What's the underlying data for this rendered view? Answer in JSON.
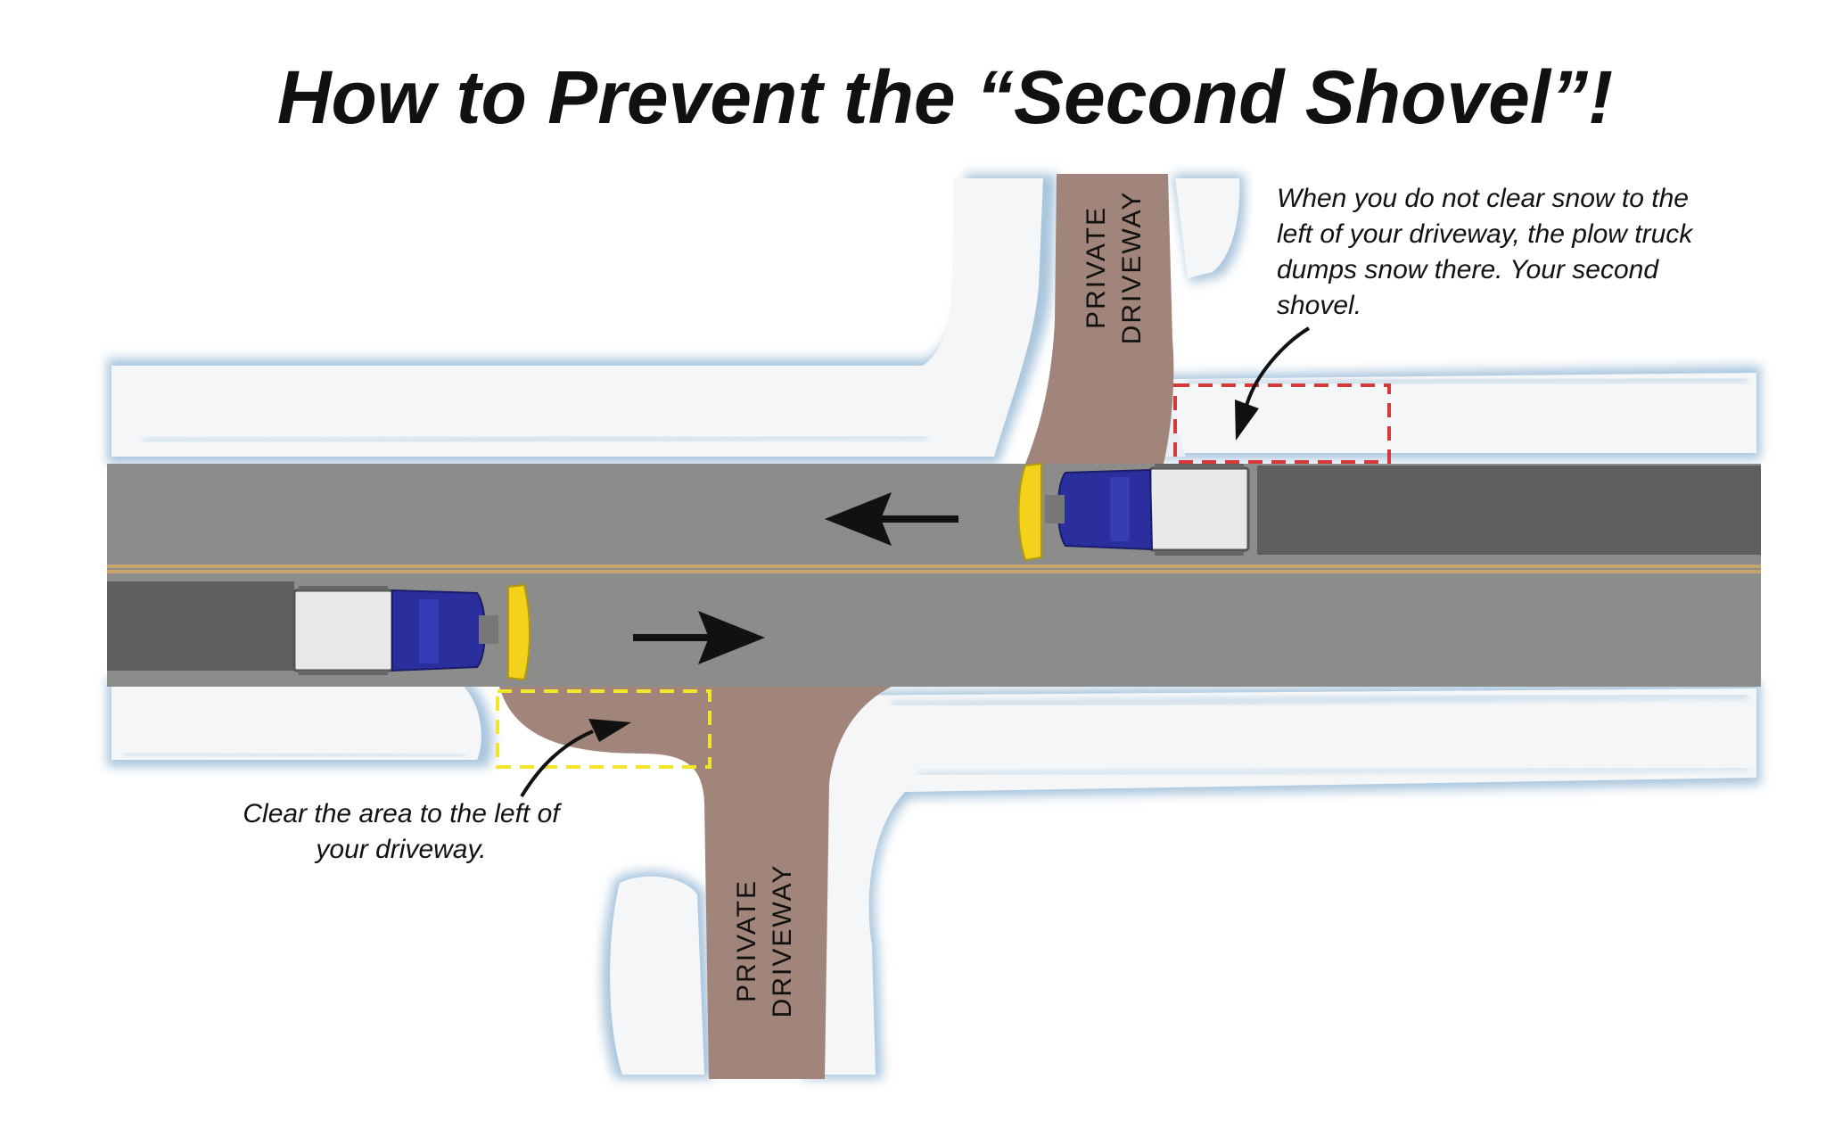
{
  "title": "How to Prevent the “Second Shovel”!",
  "captions": {
    "top_right": [
      "When you do not clear snow to the",
      "left of your driveway, the plow truck",
      "dumps snow there. Your second",
      "shovel."
    ],
    "bottom_left": [
      "Clear the area to the left of",
      "your driveway."
    ]
  },
  "driveway_labels": {
    "top": [
      "PRIVATE",
      "DRIVEWAY"
    ],
    "bottom": [
      "PRIVATE",
      "DRIVEWAY"
    ]
  },
  "colors": {
    "road": "#8c8c8a",
    "road_dark": "#5f5f5f",
    "center_line": "#c9a46a",
    "driveway": "#a1857a",
    "snow": "#f4f6f8",
    "snow_shadow": "#a9c5dc",
    "truck_cab": "#2b2f9e",
    "truck_box": "#e9e9e9",
    "plow_blade": "#f2d21a",
    "red_box": "#d43a3a",
    "yellow_box": "#f3e62a",
    "arrow": "#111111"
  },
  "icons": {
    "direction_left": "arrow-left-icon",
    "direction_right": "arrow-right-icon",
    "pointer": "curved-arrow-icon"
  }
}
